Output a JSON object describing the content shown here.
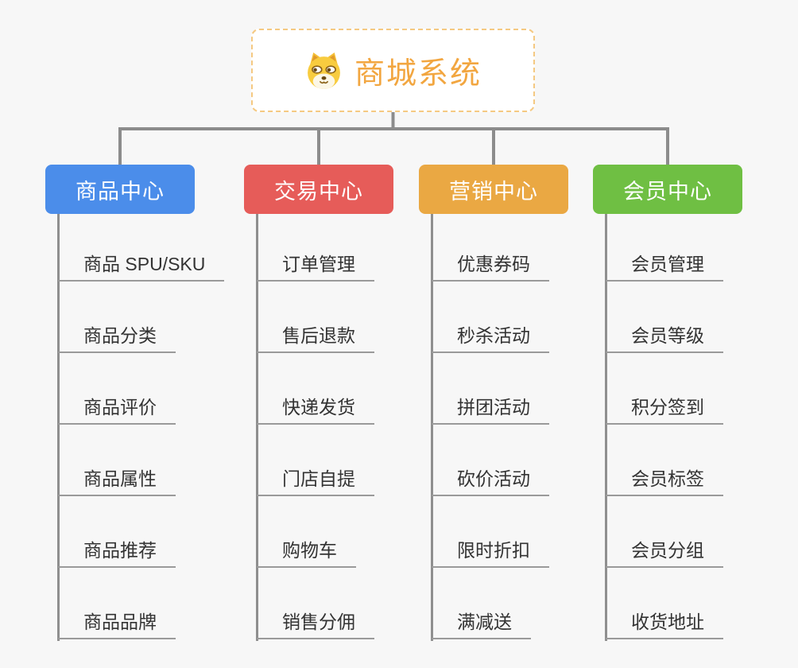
{
  "page": {
    "background": "#F7F7F7"
  },
  "root": {
    "title": "商城系统",
    "icon": "dog-face-icon",
    "title_color": "#F2A640",
    "border_color": "#F5C982"
  },
  "colors": {
    "connector": "#8C8C8C",
    "spine": "#8F8F8F",
    "underline": "#9A9A9A",
    "item_text": "#333333"
  },
  "branches": [
    {
      "label": "商品中心",
      "color": "#4B8DEA",
      "items": [
        "商品 SPU/SKU",
        "商品分类",
        "商品评价",
        "商品属性",
        "商品推荐",
        "商品品牌"
      ]
    },
    {
      "label": "交易中心",
      "color": "#E65C59",
      "items": [
        "订单管理",
        "售后退款",
        "快递发货",
        "门店自提",
        "购物车",
        "销售分佣"
      ]
    },
    {
      "label": "营销中心",
      "color": "#EAA843",
      "items": [
        "优惠券码",
        "秒杀活动",
        "拼团活动",
        "砍价活动",
        "限时折扣",
        "满减送"
      ]
    },
    {
      "label": "会员中心",
      "color": "#6FBF43",
      "items": [
        "会员管理",
        "会员等级",
        "积分签到",
        "会员标签",
        "会员分组",
        "收货地址"
      ]
    }
  ]
}
